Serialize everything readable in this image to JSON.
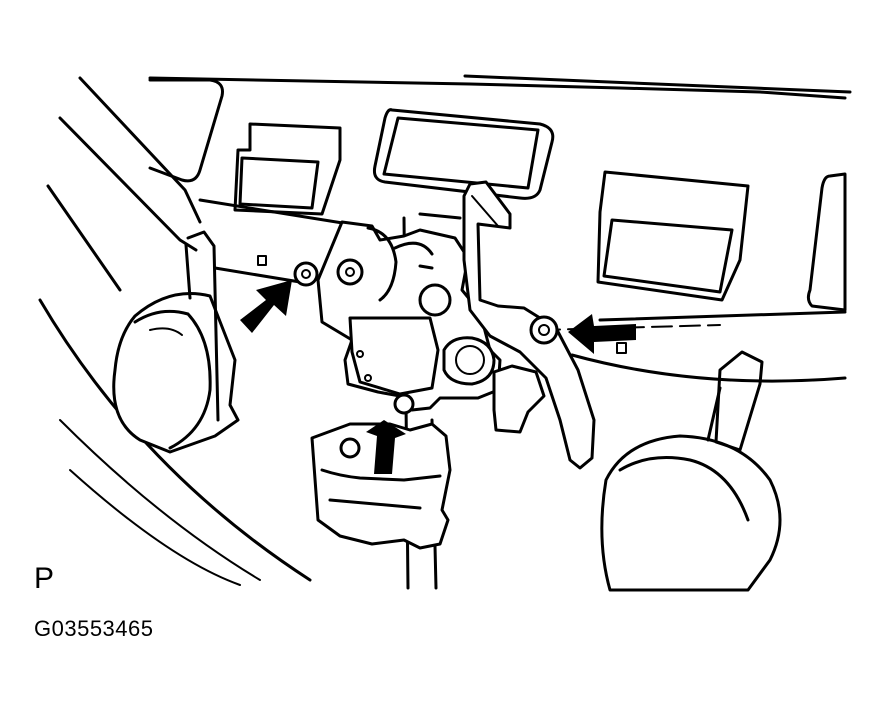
{
  "figure": {
    "view_letter": "P",
    "figure_code": "G03553465"
  },
  "icons": {
    "pointer_arrows": [
      "arrow-icon-upper-left-bolt",
      "arrow-icon-right-bolt",
      "arrow-icon-lower-bolt"
    ]
  },
  "colors": {
    "line": "#000000",
    "background": "#ffffff"
  }
}
